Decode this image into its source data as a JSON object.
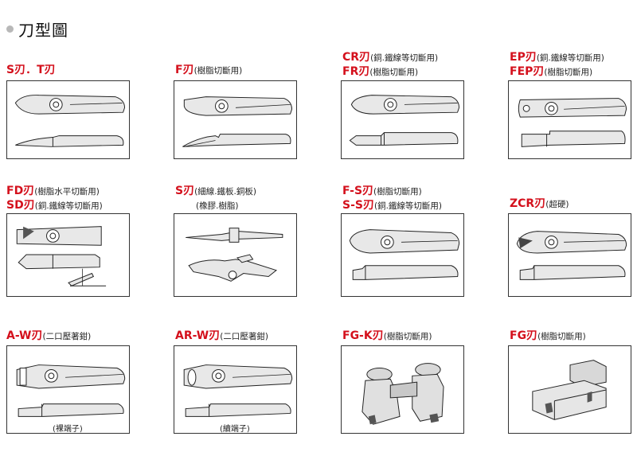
{
  "page": {
    "title": "刀型圖",
    "bullet_icon": "gray-dot-icon"
  },
  "blades": [
    {
      "id": "s-t",
      "lines": [
        {
          "code": "S刃．T刃",
          "desc": ""
        }
      ],
      "caption": ""
    },
    {
      "id": "f",
      "lines": [
        {
          "code": "F刃",
          "desc": "(樹脂切斷用)"
        }
      ],
      "caption": ""
    },
    {
      "id": "cr-fr",
      "lines": [
        {
          "code": "CR刃",
          "desc": "(銅.鐵線等切斷用)"
        },
        {
          "code": "FR刃",
          "desc": "(樹脂切斷用)"
        }
      ],
      "caption": ""
    },
    {
      "id": "ep-fep",
      "lines": [
        {
          "code": "EP刃",
          "desc": "(銅.鐵線等切斷用)"
        },
        {
          "code": "FEP刃",
          "desc": "(樹脂切斷用)"
        }
      ],
      "caption": ""
    },
    {
      "id": "fd-sd",
      "lines": [
        {
          "code": "FD刃",
          "desc": "(樹脂水平切斷用)"
        },
        {
          "code": "SD刃",
          "desc": "(銅.鐵線等切斷用)"
        }
      ],
      "caption": ""
    },
    {
      "id": "s-thin",
      "lines": [
        {
          "code": "S刃",
          "desc": "(細線.鐵板.銅板)"
        },
        {
          "code": "",
          "desc": "(橡膠.樹脂)"
        }
      ],
      "caption": ""
    },
    {
      "id": "fs-ss",
      "lines": [
        {
          "code": "F-S刃",
          "desc": "(樹脂切斷用)"
        },
        {
          "code": "S-S刃",
          "desc": "(銅.鐵線等切斷用)"
        }
      ],
      "caption": ""
    },
    {
      "id": "zcr",
      "lines": [
        {
          "code": "ZCR刃",
          "desc": "(超硬)"
        }
      ],
      "caption": ""
    },
    {
      "id": "a-w",
      "lines": [
        {
          "code": "A-W刃",
          "desc": "(二口壓著鉗)"
        }
      ],
      "caption": "(裸端子)"
    },
    {
      "id": "ar-w",
      "lines": [
        {
          "code": "AR-W刃",
          "desc": "(二口壓著鉗)"
        }
      ],
      "caption": "(續端子)"
    },
    {
      "id": "fg-k",
      "lines": [
        {
          "code": "FG-K刃",
          "desc": "(樹脂切斷用)"
        }
      ],
      "caption": ""
    },
    {
      "id": "fg",
      "lines": [
        {
          "code": "FG刃",
          "desc": "(樹脂切斷用)"
        }
      ],
      "caption": ""
    }
  ]
}
